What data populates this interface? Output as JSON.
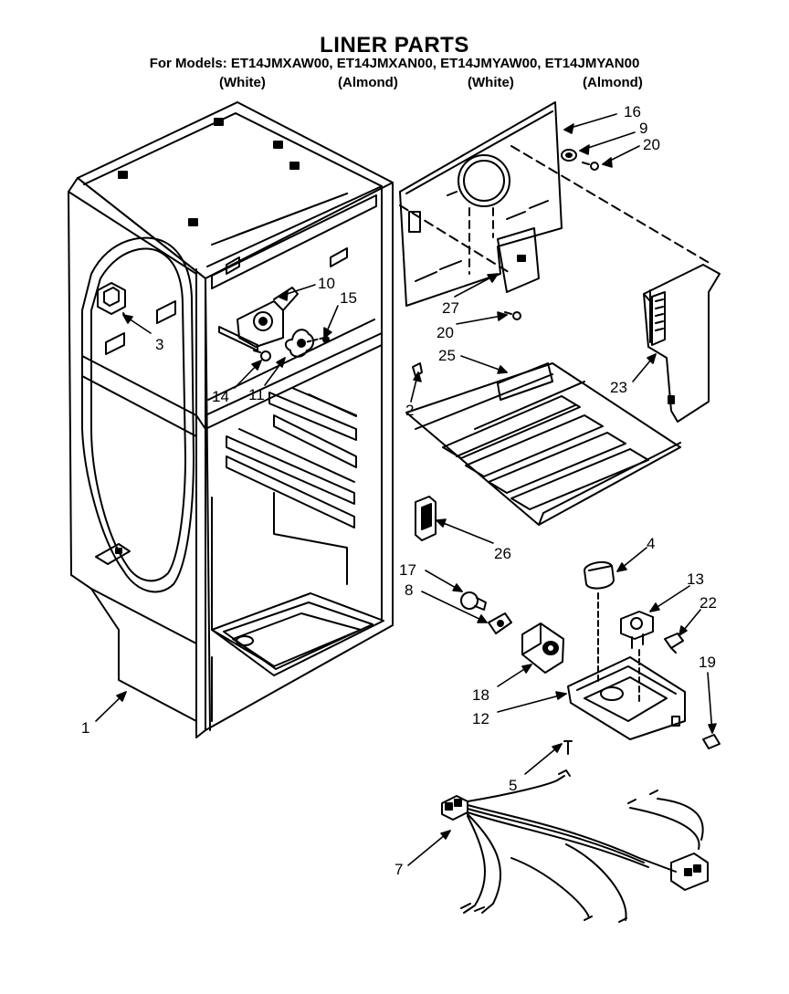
{
  "title": "LINER PARTS",
  "models_line": "For Models: ET14JMXAW00, ET14JMXAN00, ET14JMYAW00, ET14JMYAN00",
  "variants": [
    "(White)",
    "(Almond)",
    "(White)",
    "(Almond)"
  ],
  "callouts": [
    "16",
    "9",
    "20",
    "10",
    "15",
    "3",
    "27",
    "20",
    "25",
    "2",
    "23",
    "14",
    "11",
    "26",
    "4",
    "17",
    "13",
    "8",
    "22",
    "19",
    "18",
    "12",
    "1",
    "5",
    "7"
  ]
}
